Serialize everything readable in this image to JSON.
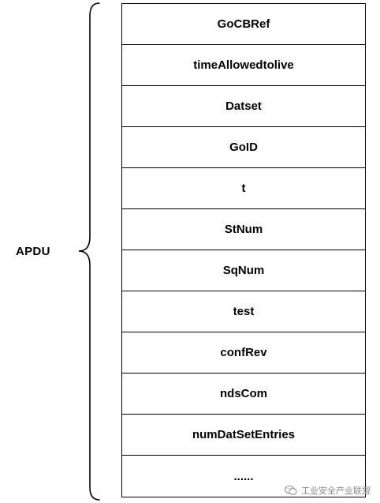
{
  "diagram": {
    "group_label": "APDU",
    "fields": [
      "GoCBRef",
      "timeAllowedtolive",
      "Datset",
      "GoID",
      "t",
      "StNum",
      "SqNum",
      "test",
      "confRev",
      "ndsCom",
      "numDatSetEntries",
      "......"
    ]
  },
  "watermark": {
    "icon": "wechat-icon",
    "text": "工业安全产业联盟"
  }
}
